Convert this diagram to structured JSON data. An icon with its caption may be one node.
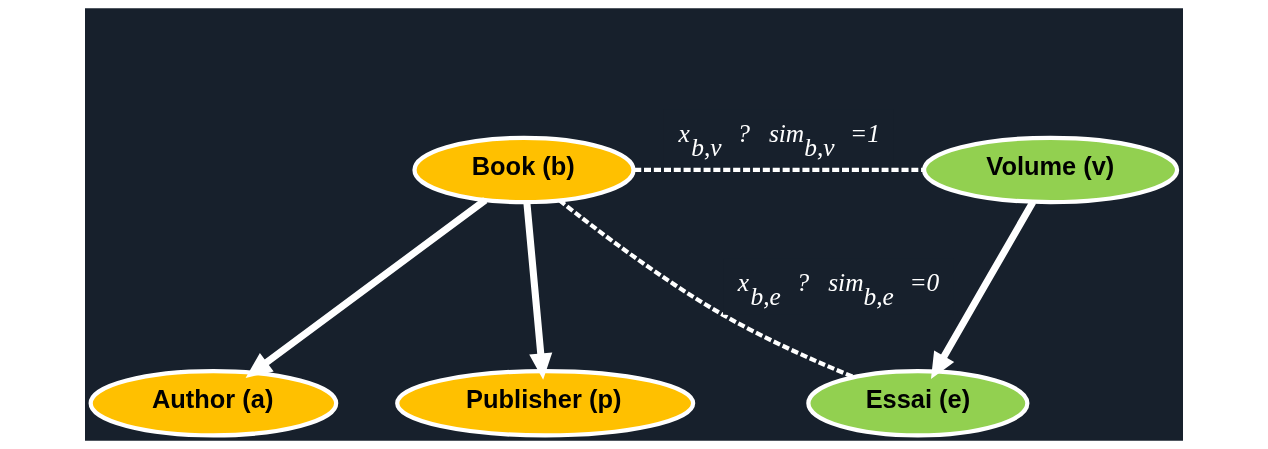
{
  "diagram": {
    "nodes": [
      {
        "text": [
          "Book (b)"
        ]
      },
      {
        "text": [
          "Author (a)"
        ]
      },
      {
        "text": [
          "Publisher (p)"
        ]
      },
      {
        "text": [
          "Volume (v)"
        ]
      },
      {
        "text": [
          "Essai (e)"
        ]
      }
    ],
    "edges": [
      {
        "from": 0,
        "to": 1,
        "arrow": "to"
      },
      {
        "from": 0,
        "to": 2,
        "arrow": "to"
      },
      {
        "from": 0,
        "to": 3,
        "arrow": "none",
        "style": "dashed",
        "label": "x$_{b,v}$ ? sim$_{b,v}$ =1"
      },
      {
        "from": 0,
        "to": 4,
        "arrow": "none",
        "style": "dashed",
        "label": "x$_{b,e}$ ? sim$_{b,e}$ =0"
      },
      {
        "from": 3,
        "to": 4,
        "arrow": "to"
      }
    ]
  }
}
